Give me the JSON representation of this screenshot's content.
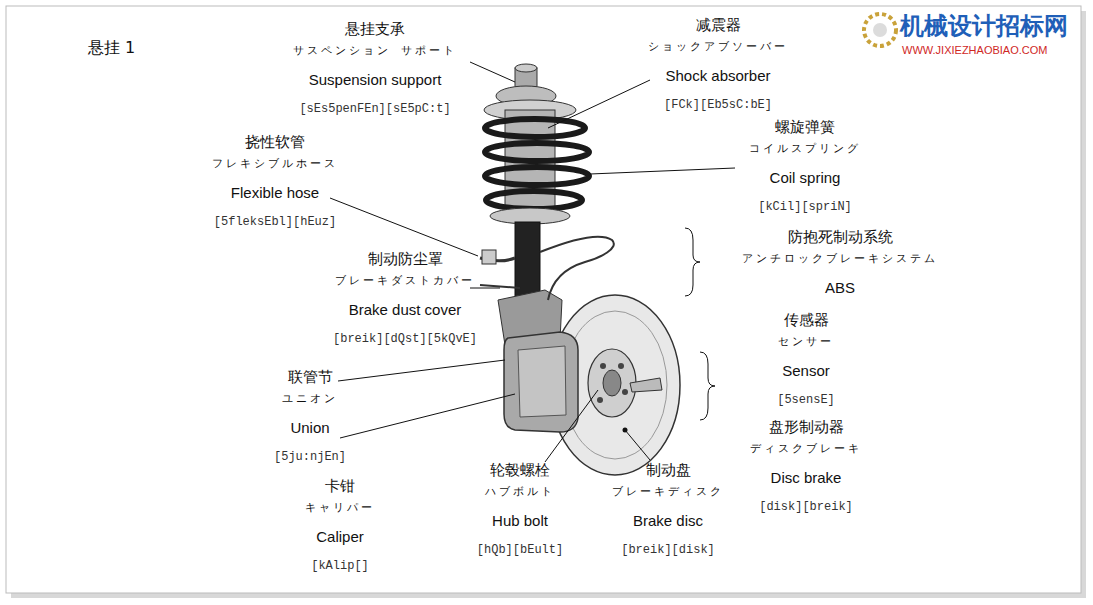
{
  "diagram": {
    "title": "悬挂 1",
    "labels": [
      "悬挂支承",
      "サスペンション サポート",
      "Suspension support",
      "[sEs5penFEn][sE5pC:t]",
      "减震器",
      "ショックアブソーバー",
      "Shock absorber",
      "[FCk][Eb5sC:bE]",
      "挠性软管",
      "フレキシブルホース",
      "Flexible hose",
      "[5fleksEbl][hEuz]",
      "螺旋弹簧",
      "コイルスプリング",
      "Coil spring",
      "[kCil][spriN]",
      "防抱死制动系统",
      "アンチロックブレーキシステム",
      "ABS",
      "制动防尘罩",
      "ブレーキダストカバー",
      "Brake dust cover",
      "[breik][dQst][5kQvE]",
      "传感器",
      "センサー",
      "Sensor",
      "[5sensE]",
      "联管节",
      "ユニオン",
      "Union",
      "[5ju:njEn]",
      "盘形制动器",
      "ディスクブレーキ",
      "Disc brake",
      "[disk][breik]",
      "卡钳",
      "キャリパー",
      "Caliper",
      "[kAlip[]",
      "轮毂螺栓",
      "ハブボルト",
      "Hub bolt",
      "[hQb][bEult]",
      "制动盘",
      "ブレーキディスク",
      "Brake disc",
      "[breik][disk]",
      "机械设计招标网",
      "WWW.JIXIEZHAOBIAO.COM"
    ]
  }
}
